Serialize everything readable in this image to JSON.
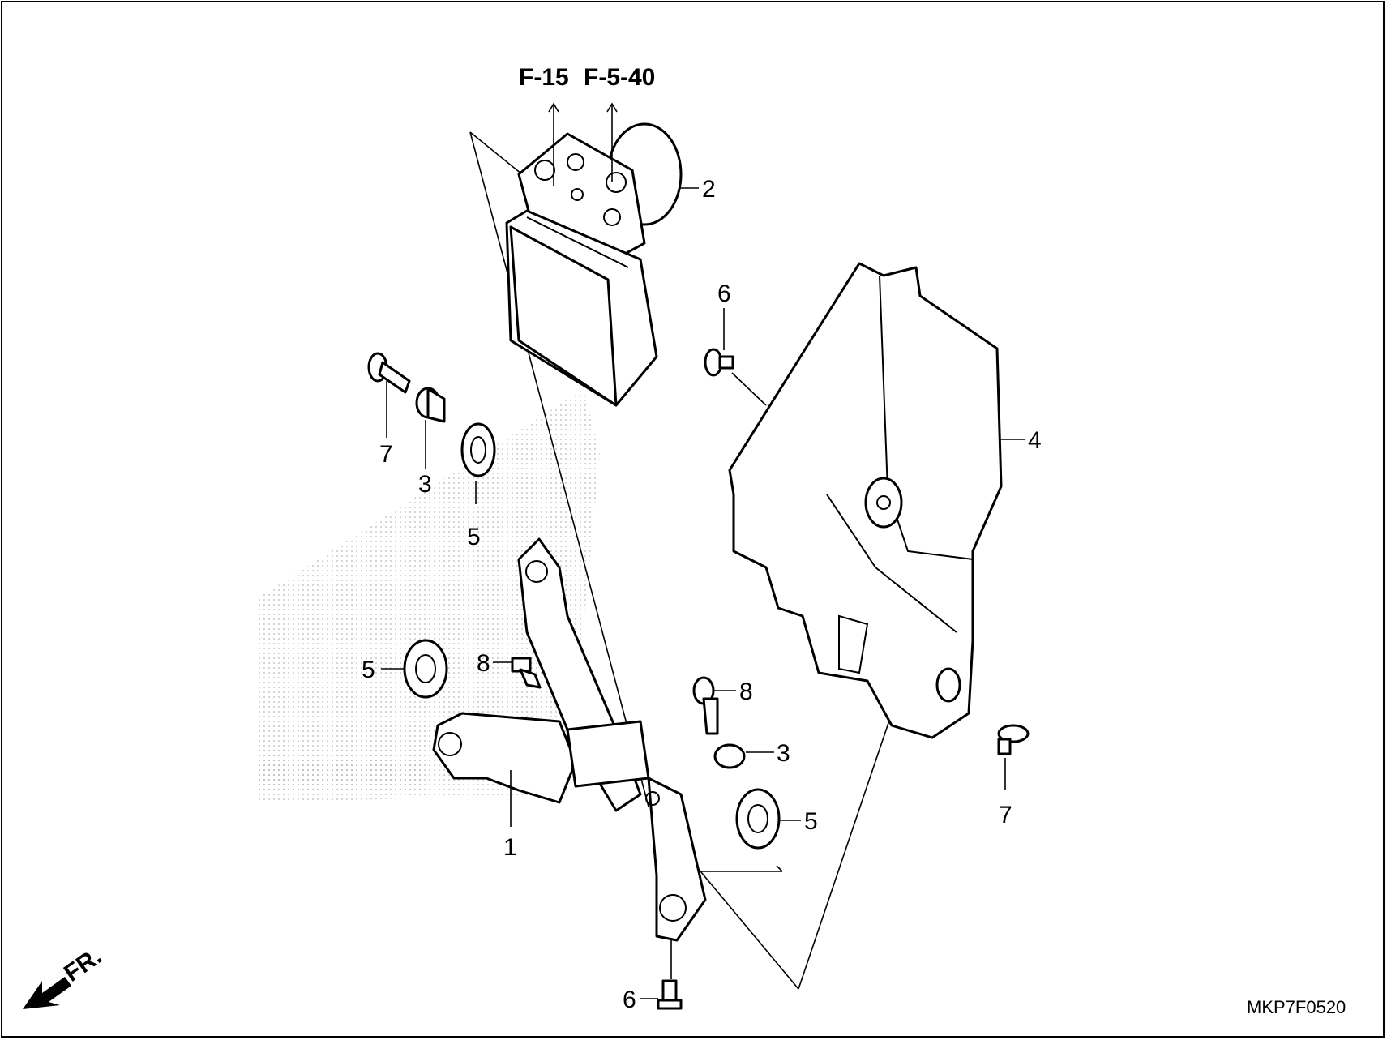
{
  "diagram": {
    "references": [
      "F-15",
      "F-5-40"
    ],
    "callouts": [
      {
        "id": "c1",
        "text": "1"
      },
      {
        "id": "c2",
        "text": "2"
      },
      {
        "id": "c3a",
        "text": "3"
      },
      {
        "id": "c3b",
        "text": "3"
      },
      {
        "id": "c4",
        "text": "4"
      },
      {
        "id": "c5a",
        "text": "5"
      },
      {
        "id": "c5b",
        "text": "5"
      },
      {
        "id": "c5c",
        "text": "5"
      },
      {
        "id": "c6a",
        "text": "6"
      },
      {
        "id": "c6b",
        "text": "6"
      },
      {
        "id": "c7a",
        "text": "7"
      },
      {
        "id": "c7b",
        "text": "7"
      },
      {
        "id": "c8a",
        "text": "8"
      },
      {
        "id": "c8b",
        "text": "8"
      }
    ],
    "direction_label": "FR.",
    "diagram_code": "MKP7F0520"
  }
}
